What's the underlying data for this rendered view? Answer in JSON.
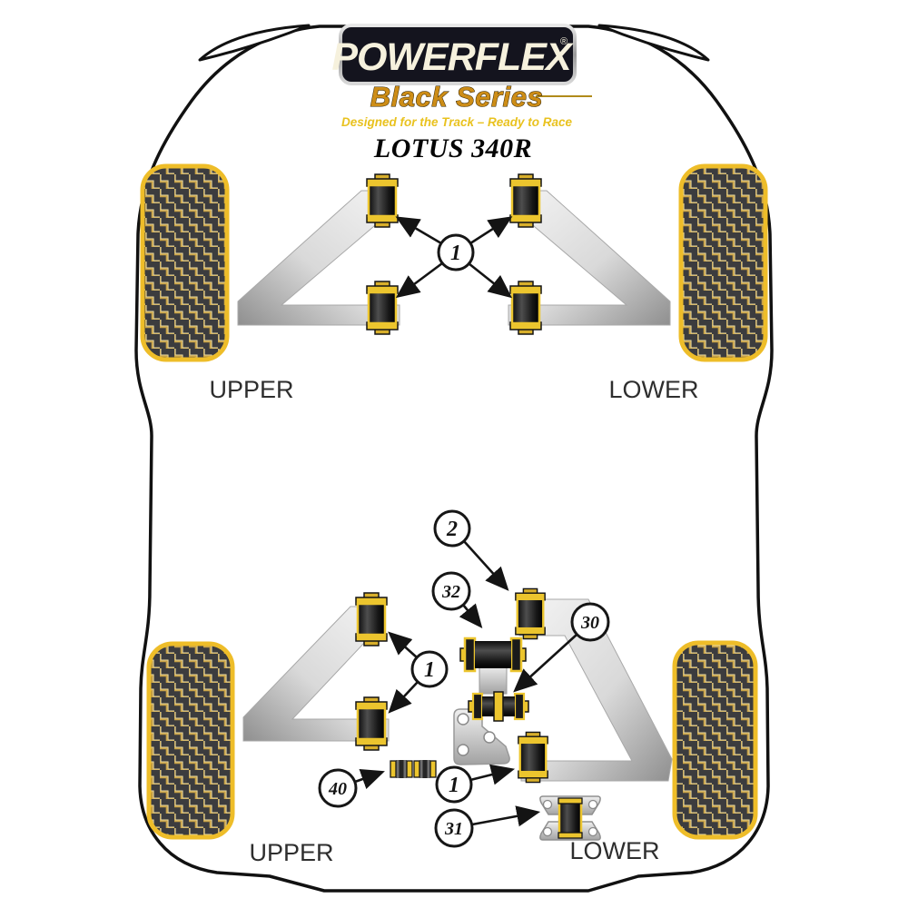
{
  "brand": {
    "name": "POWERFLEX",
    "registered": "®",
    "series": "Black Series",
    "tagline": "Designed for the Track – Ready to Race"
  },
  "model": "LOTUS 340R",
  "sections": {
    "front": {
      "left": "UPPER",
      "right": "LOWER"
    },
    "rear": {
      "left": "UPPER",
      "right": "LOWER"
    }
  },
  "callouts": {
    "front_wishbone_bushings": {
      "label": "1"
    },
    "rear_upper_rear_bushing": {
      "label": "2"
    },
    "rear_mount_large_bushing": {
      "label": "32"
    },
    "rear_mount_small_bushing": {
      "label": "30"
    },
    "rear_wishbone_bushings": {
      "label": "1"
    },
    "rear_track_rod_bushings": {
      "label": "40"
    },
    "rear_lower_rear_bushing": {
      "label": "1"
    },
    "rear_gearbox_mount": {
      "label": "31"
    }
  },
  "colors": {
    "accent_yellow": "#ecc52e",
    "tread_gold": "#c9a348",
    "arm_silver": "#d9d9d9",
    "bushing_black": "#181818",
    "outline_black": "#111111",
    "logo_plate": "#14141e",
    "series_gold": "#cd8d17",
    "tagline_yellow": "#e9c21f"
  }
}
